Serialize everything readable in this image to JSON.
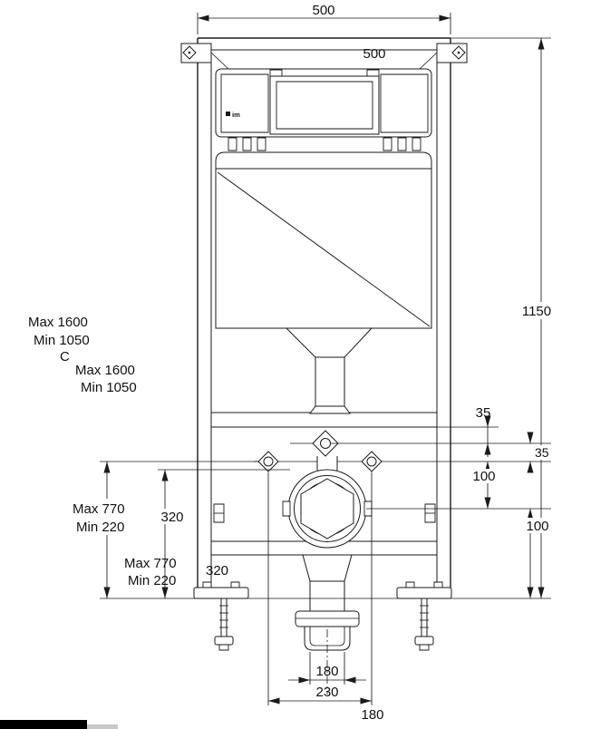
{
  "colors": {
    "line": "#1a1a1a",
    "background": "#ffffff",
    "corner_artifact": "#000000"
  },
  "drawing": {
    "type": "in-wall-wc-cistern-frame-dimension-drawing",
    "logo": "im",
    "dims": {
      "top_width": "500",
      "inner_width": "500",
      "frame_height": "1150",
      "offset_top_right_1": "35",
      "offset_top_right_2": "35",
      "offset_right_1": "100",
      "offset_right_2": "100",
      "height_range_1_max": "Max 1600",
      "height_range_1_min": "Min 1050",
      "section_mark": "C",
      "height_range_2_max": "Max 1600",
      "height_range_2_min": "Min 1050",
      "outlet_range_1_max": "Max 770",
      "outlet_range_1_min": "Min 220",
      "outlet_height_1": "320",
      "outlet_range_2_max": "Max 770",
      "outlet_range_2_min": "Min 220",
      "outlet_height_2": "320",
      "bottom_width_1": "180",
      "bottom_width_2": "230",
      "bottom_width_3": "180"
    }
  }
}
